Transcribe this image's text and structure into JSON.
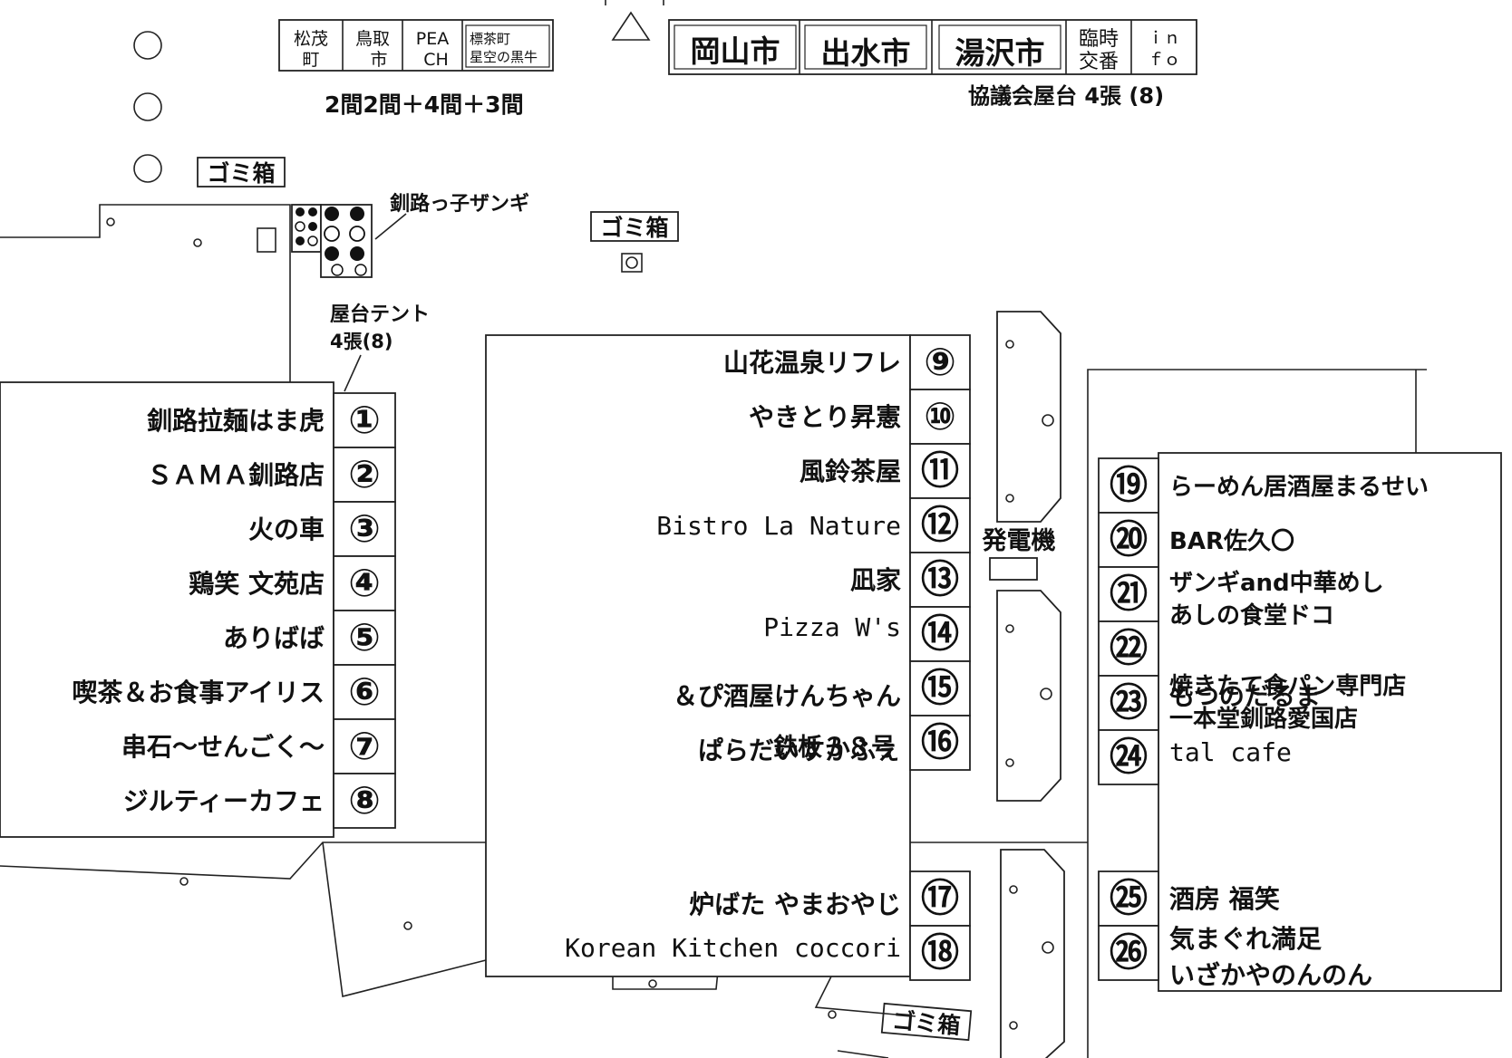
{
  "header": {
    "left_booths": [
      {
        "line1": "松茂",
        "line2": "町"
      },
      {
        "line1": "鳥取",
        "line2": "市"
      },
      {
        "line1": "PEA",
        "line2": "CH"
      },
      {
        "line1": "標茶町",
        "line2": "星空の黒牛"
      }
    ],
    "left_caption": "2間2間＋4間＋3間",
    "right_booths": [
      {
        "label": "岡山市"
      },
      {
        "label": "出水市"
      },
      {
        "label": "湯沢市"
      },
      {
        "line1": "臨時",
        "line2": "交番"
      },
      {
        "line1": "ｉｎ",
        "line2": "ｆｏ"
      }
    ],
    "right_caption": "協議会屋台 4張 (8)"
  },
  "labels": {
    "trash": "ゴミ箱",
    "zangi": "釧路っ子ザンギ",
    "tent_line1": "屋台テント",
    "tent_line2": "4張(8)",
    "generator": "発電機"
  },
  "stalls": {
    "col_a": [
      {
        "num": "①",
        "name": "釧路拉麺はま虎"
      },
      {
        "num": "②",
        "name": "ＳＡＭＡ釧路店"
      },
      {
        "num": "③",
        "name": "火の車"
      },
      {
        "num": "④",
        "name": "鶏笑 文苑店"
      },
      {
        "num": "⑤",
        "name": "ありばば"
      },
      {
        "num": "⑥",
        "name": "喫茶＆お食事アイリス"
      },
      {
        "num": "⑦",
        "name": "串石～せんごく～"
      },
      {
        "num": "⑧",
        "name": "ジルティーカフェ"
      }
    ],
    "col_b": [
      {
        "num": "⑨",
        "name": "山花温泉リフレ"
      },
      {
        "num": "⑩",
        "name": "やきとり昇憲"
      },
      {
        "num": "⑪",
        "name": "風鈴茶屋"
      },
      {
        "num": "⑫",
        "name": "Bistro La Nature"
      },
      {
        "num": "⑬",
        "name": "凪家"
      },
      {
        "num": "⑭",
        "name": "Pizza W's"
      },
      {
        "num": "⑮",
        "name": "＆ぴ酒屋けんちゃん"
      },
      {
        "num": "⑯",
        "name": "ぱらだいすかふぇ"
      }
    ],
    "col_b_extra": "鉄板３８号",
    "col_c": [
      {
        "num": "⑰",
        "name": "炉ばた やまおやじ"
      },
      {
        "num": "⑱",
        "name": "Korean Kitchen coccori"
      }
    ],
    "col_d": [
      {
        "num": "⑲",
        "name": "らーめん居酒屋まるせい"
      },
      {
        "num": "⑳",
        "name": "BAR佐久〇"
      },
      {
        "num": "㉑",
        "name": "ザンギand中華めし"
      },
      {
        "num": "㉒",
        "name": "あしの食堂ドコ"
      },
      {
        "num": "㉓",
        "name": "焼きたて食パン専門店"
      },
      {
        "num": "㉔",
        "name": "一本堂釧路愛国店"
      }
    ],
    "col_d_extra1": "もつのだるま",
    "col_d_extra2": "tal cafe",
    "col_e": [
      {
        "num": "㉕",
        "name": "酒房 福笑"
      },
      {
        "num": "㉖",
        "name": "気まぐれ満足"
      }
    ],
    "col_e_extra": "いざかやのんのん"
  }
}
